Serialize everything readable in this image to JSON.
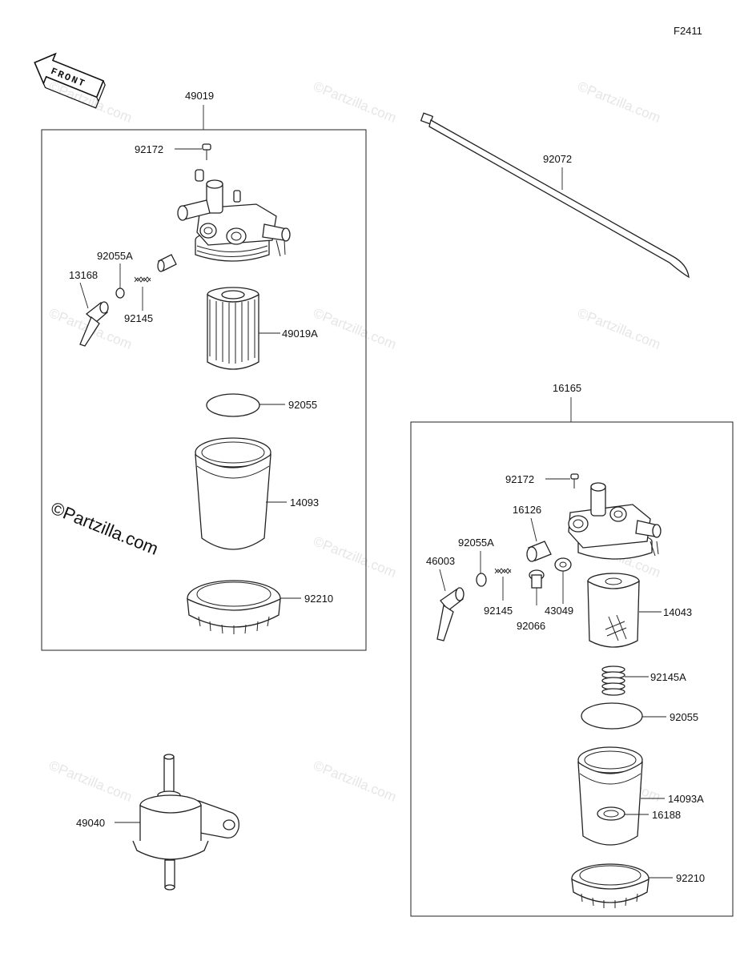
{
  "figure_code": "F2411",
  "front_arrow_label": "FRONT",
  "watermark_text": "©Partzilla.com",
  "watermark_main": "©Partzilla.com",
  "assemblies": {
    "left": {
      "number": "49019"
    },
    "right": {
      "number": "16165"
    }
  },
  "parts": {
    "tie_band": "92072",
    "left_bolt": "92172",
    "left_oring_small": "92055A",
    "left_lever": "13168",
    "left_spring": "92145",
    "left_element": "49019A",
    "left_oring": "92055",
    "left_cup": "14093",
    "left_ring_nut": "92210",
    "pump_filter": "49040",
    "right_bolt": "92172",
    "right_fitting": "16126",
    "right_oring_small": "92055A",
    "right_lever": "46003",
    "right_spring": "92145",
    "right_plug": "92066",
    "right_washer": "43049",
    "right_element": "14043",
    "right_spring_large": "92145A",
    "right_oring": "92055",
    "right_cup": "14093A",
    "right_float": "16188",
    "right_ring_nut": "92210"
  }
}
